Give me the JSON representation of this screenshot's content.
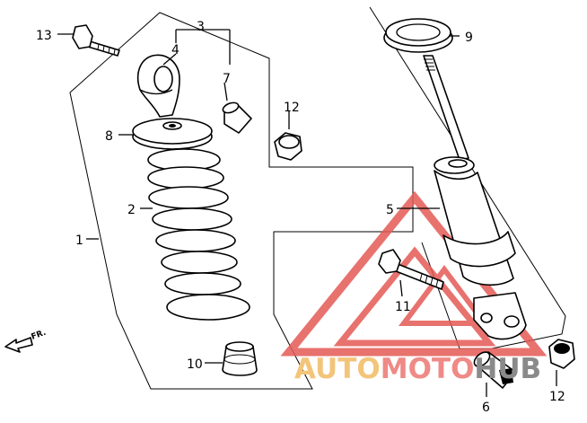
{
  "diagram": {
    "labels": {
      "p1": "1",
      "p2": "2",
      "p3": "3",
      "p4": "4",
      "p5": "5",
      "p6": "6",
      "p7": "7",
      "p8": "8",
      "p9": "9",
      "p10": "10",
      "p11": "11",
      "p12a": "12",
      "p12b": "12",
      "p13": "13"
    },
    "direction": "FR."
  },
  "watermark": {
    "text_part1": "AUTO",
    "text_part2": "MOTO",
    "text_part3": "HUB",
    "color_part1": "#f3c57a",
    "color_part2": "#ef8a86",
    "color_part3": "#8a8a8a",
    "triangle_color": "#e45a55"
  }
}
